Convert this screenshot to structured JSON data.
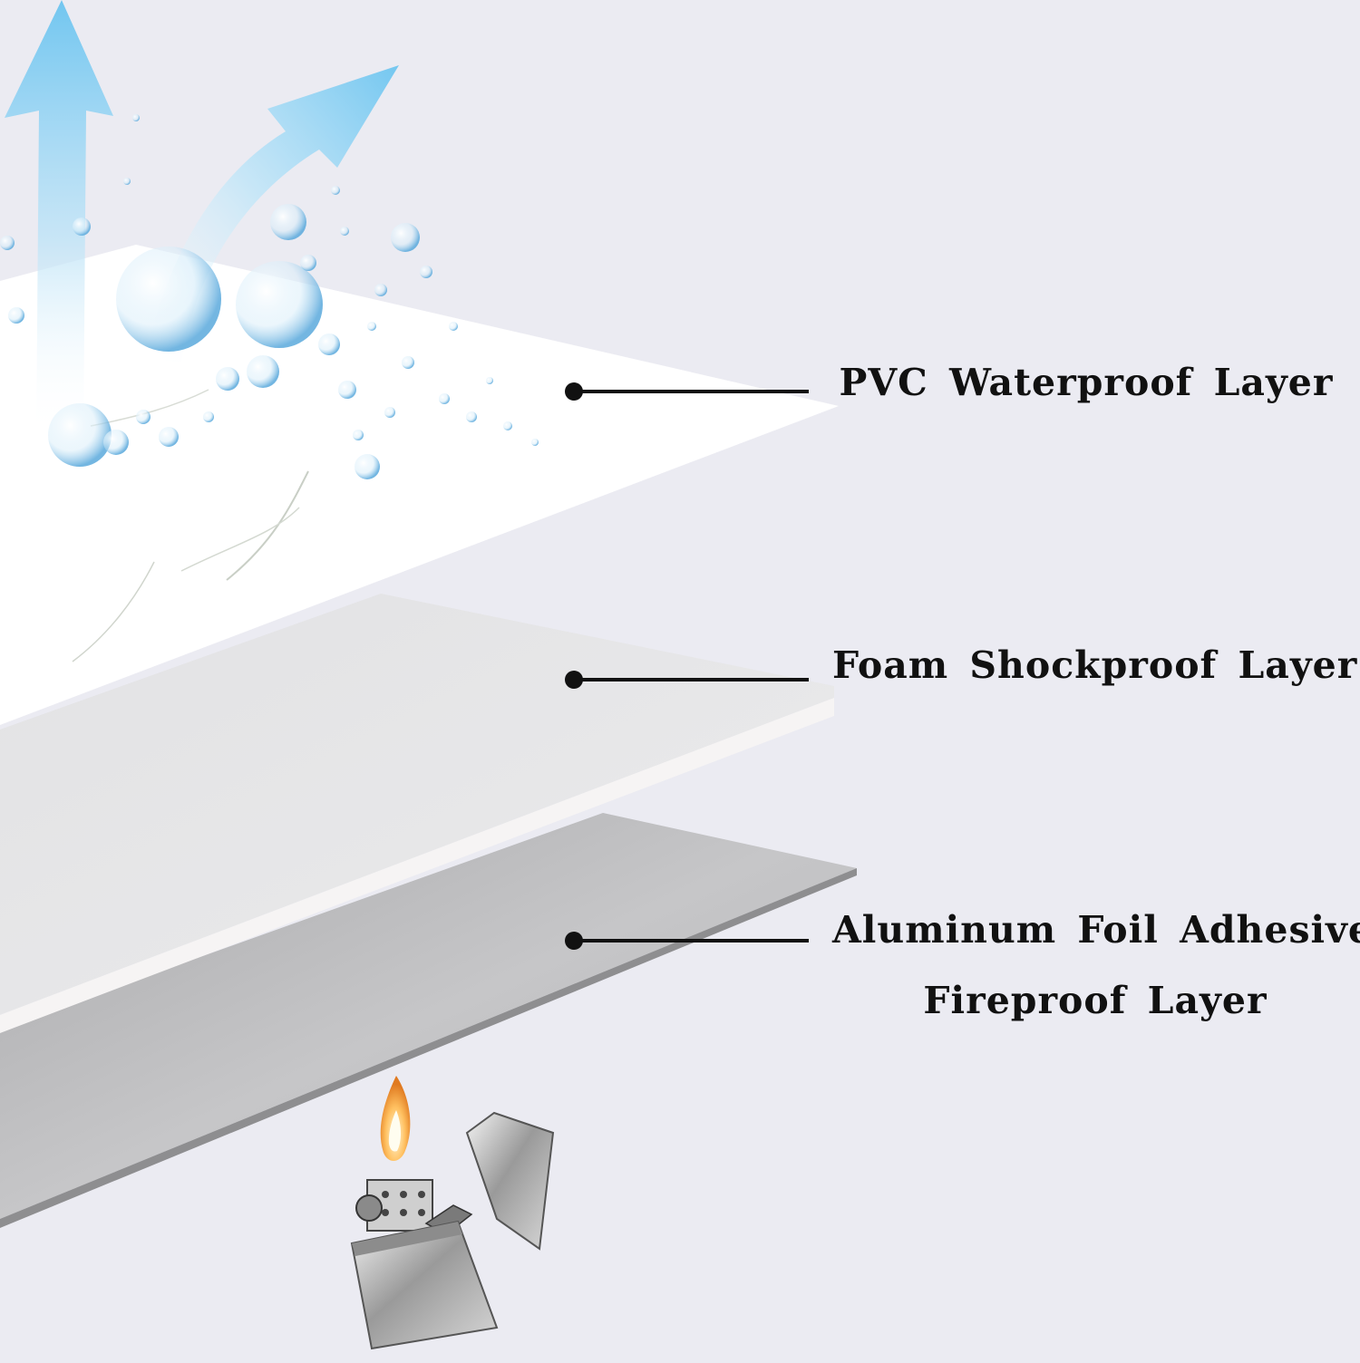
{
  "colors": {
    "background": "#ebebf2",
    "pvc_layer": "#ffffff",
    "foam_layer": "#e6e6e6",
    "foil_layer": "#bcbcbc",
    "arrow": "#7ccaf0",
    "leader_line": "#111111"
  },
  "layers": [
    {
      "id": "pvc",
      "label": "PVC Waterproof Layer"
    },
    {
      "id": "foam",
      "label": "Foam Shockproof Layer"
    },
    {
      "id": "foil",
      "label_line1": "Aluminum Foil Adhesive",
      "label_line2": "Fireproof Layer"
    }
  ],
  "icons": [
    "arrow-up-icon",
    "arrow-curved-icon",
    "water-droplets-icon",
    "lighter-icon",
    "flame-icon"
  ]
}
